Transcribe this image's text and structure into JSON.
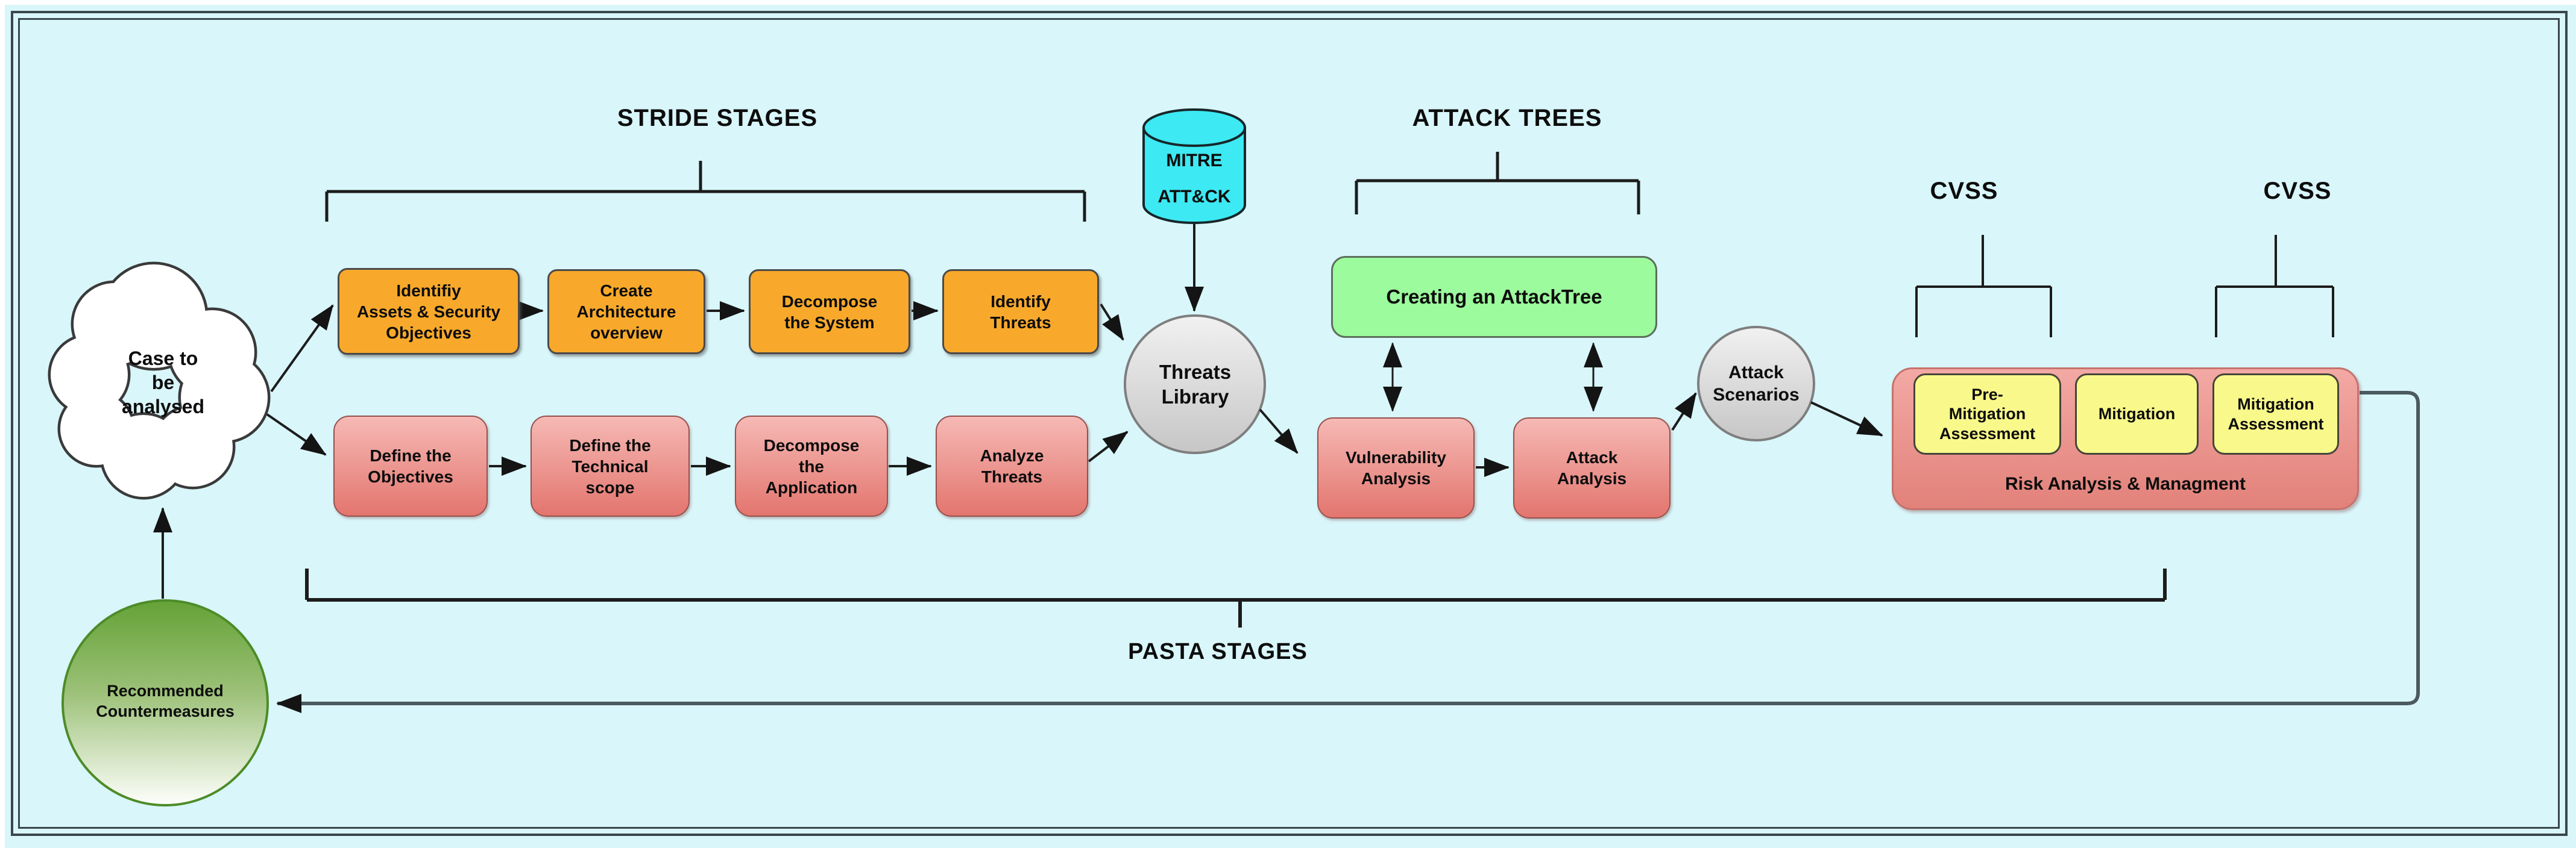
{
  "titles": {
    "stride": "STRIDE STAGES",
    "attack_trees": "ATTACK TREES",
    "cvss_left": "CVSS",
    "cvss_right": "CVSS",
    "pasta": "PASTA STAGES"
  },
  "cloud": {
    "label": "Case to\nbe\nanalysed"
  },
  "stride_boxes": [
    {
      "label": "Identifiy\nAssets & Security\nObjectives"
    },
    {
      "label": "Create\nArchitecture\noverview"
    },
    {
      "label": "Decompose\nthe System"
    },
    {
      "label": "Identify\nThreats"
    }
  ],
  "pasta_boxes": [
    {
      "label": "Define the\nObjectives"
    },
    {
      "label": "Define the\nTechnical\nscope"
    },
    {
      "label": "Decompose\nthe\nApplication"
    },
    {
      "label": "Analyze\nThreats"
    }
  ],
  "mitre": {
    "label": "MITRE\nATT&CK"
  },
  "threats_library": {
    "label": "Threats\nLibrary"
  },
  "attack_tree_box": {
    "label": "Creating an AttackTree"
  },
  "vulnerability_analysis": {
    "label": "Vulnerability\nAnalysis"
  },
  "attack_analysis": {
    "label": "Attack\nAnalysis"
  },
  "attack_scenarios": {
    "label": "Attack\nScenarios"
  },
  "risk_management": {
    "label": "Risk Analysis & Managment",
    "items": [
      {
        "label": "Pre-\nMitigation\nAssessment"
      },
      {
        "label": "Mitigation"
      },
      {
        "label": "Mitigation\nAssessment"
      }
    ]
  },
  "countermeasures": {
    "label": "Recommended\nCountermeasures"
  },
  "colors": {
    "background": "#D9F6FA",
    "frame": "#3A474C",
    "stride_box": "#F8A92B",
    "pasta_box_top": "#F6B9B5",
    "pasta_box_bottom": "#E3756E",
    "attack_tree_box": "#9CFB9C",
    "mitre_cylinder": "#3DE9F2",
    "gray_node_top": "#EFEFEF",
    "gray_node_bottom": "#C6C6C6",
    "yellow_box": "#F9F98B",
    "risk_container_top": "#F3A9A4",
    "risk_container_bottom": "#E2817A",
    "countermeasures_top": "#64A236",
    "countermeasures_bottom": "#FEFFFC"
  }
}
